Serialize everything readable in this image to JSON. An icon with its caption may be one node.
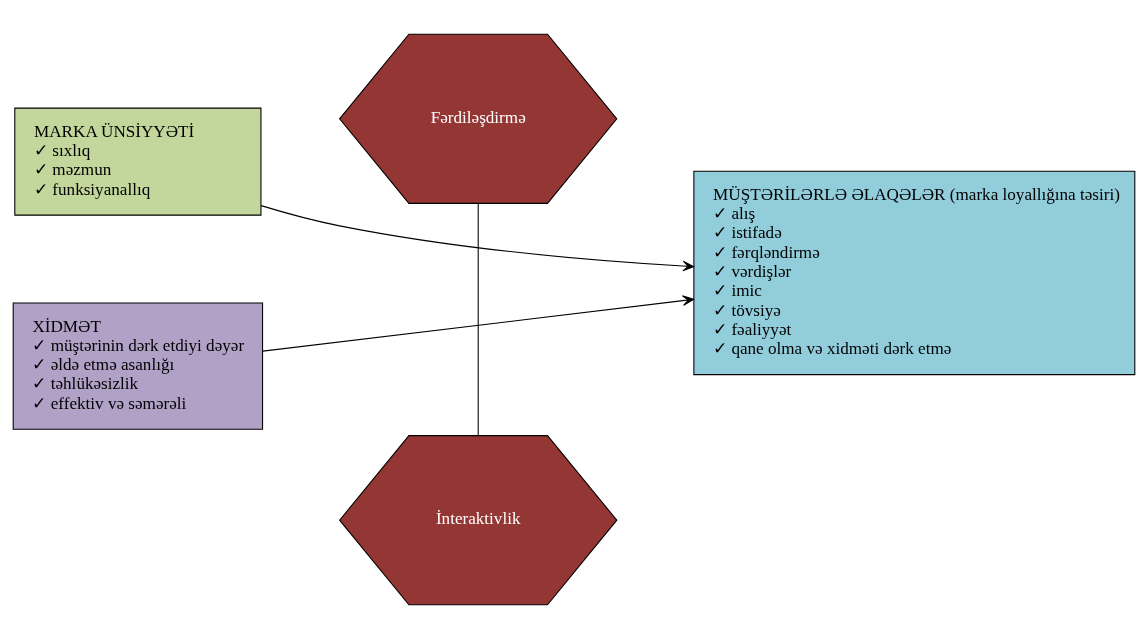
{
  "diagram": {
    "nodes": [
      {
        "text": [
          "MARKA ÜNSİYYƏTİ",
          "✓ sıxlıq",
          "✓ məzmun",
          "✓ funksiyanallıq"
        ]
      },
      {
        "text": [
          "Fərdiləşdirmə"
        ]
      },
      {
        "text": [
          "MÜŞTƏRİLƏRLƏ ƏLAQƏLƏR (marka loyallığına təsiri)",
          "✓ alış",
          "✓ istifadə",
          "✓ fərqləndirmə",
          "✓ vərdişlər",
          "✓ imic",
          "✓ tövsiyə",
          "✓ fəaliyyət",
          "✓ qane olma və xidməti dərk etmə"
        ]
      },
      {
        "text": [
          "XİDMƏT",
          "✓ müştərinin dərk etdiyi dəyər",
          "✓ əldə etmə asanlığı",
          "✓ təhlükəsizlik",
          "✓ effektiv və səmərəli"
        ]
      },
      {
        "text": [
          "İnteraktivlik"
        ]
      }
    ],
    "edges": [
      {
        "from": 0,
        "to": 2,
        "arrow": "to"
      },
      {
        "from": 3,
        "to": 2,
        "arrow": "to"
      },
      {
        "from": 1,
        "to": 4,
        "arrow": "none"
      }
    ]
  }
}
